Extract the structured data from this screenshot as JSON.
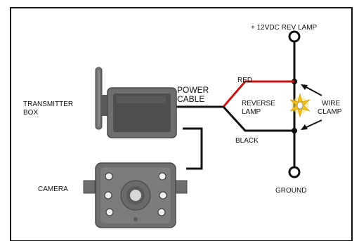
{
  "labels": {
    "rev_lamp": "+ 12VDC REV LAMP",
    "transmitter_line1": "TRANSMITTER",
    "transmitter_line2": "BOX",
    "power_line1": "POWER",
    "power_line2": "CABLE",
    "red": "RED",
    "reverse_line1": "REVERSE",
    "reverse_line2": "LAMP",
    "wire_line1": "WIRE",
    "wire_line2": "CLAMP",
    "black": "BLACK",
    "camera": "CAMERA",
    "ground": "GROUND"
  },
  "colors": {
    "wire_black": "#111111",
    "wire_red": "#cc1111",
    "device_body": "#6e6e6e",
    "device_dark": "#4a4a4a",
    "lamp_glow": "#f2c418"
  },
  "icons": {
    "transmitter": "transmitter-box-icon",
    "camera": "camera-icon",
    "lamp": "reverse-lamp-icon"
  }
}
